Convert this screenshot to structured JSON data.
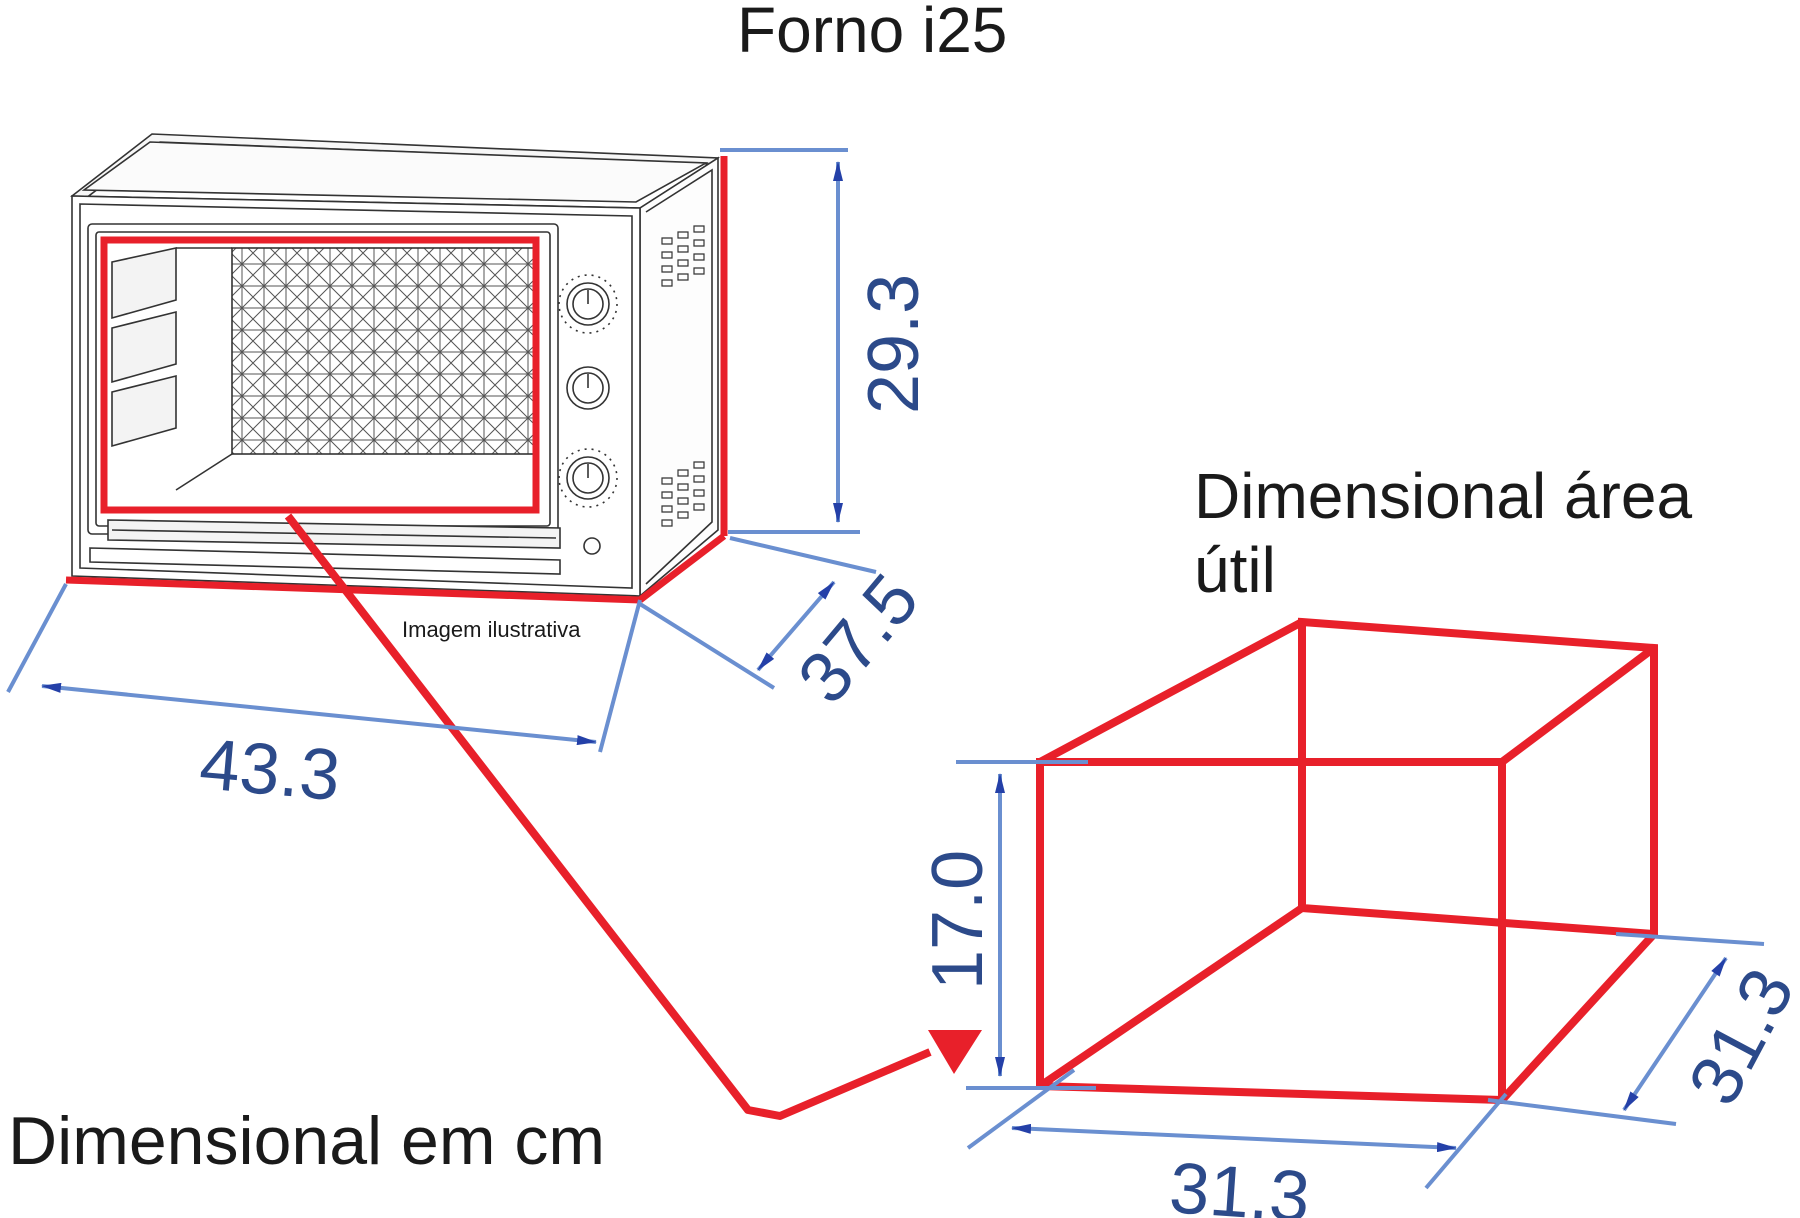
{
  "title": "Forno i25",
  "image_note": "Imagem ilustrativa",
  "units_caption": "Dimensional em cm",
  "usable_area_title_line1": "Dimensional área",
  "usable_area_title_line2": "útil",
  "oven_dimensions": {
    "height": "29.3",
    "width": "43.3",
    "depth": "37.5"
  },
  "usable_dimensions": {
    "height": "17.0",
    "width": "31.3",
    "depth": "31.3"
  },
  "colors": {
    "highlight_red": "#e8202a",
    "dimension_blue": "#6a8fd0",
    "arrow_blue": "#2440a8",
    "dim_text": "#2c4a8a",
    "line_art": "#333333"
  },
  "icons": {
    "oven": "oven-line-drawing",
    "box": "usable-volume-box"
  }
}
